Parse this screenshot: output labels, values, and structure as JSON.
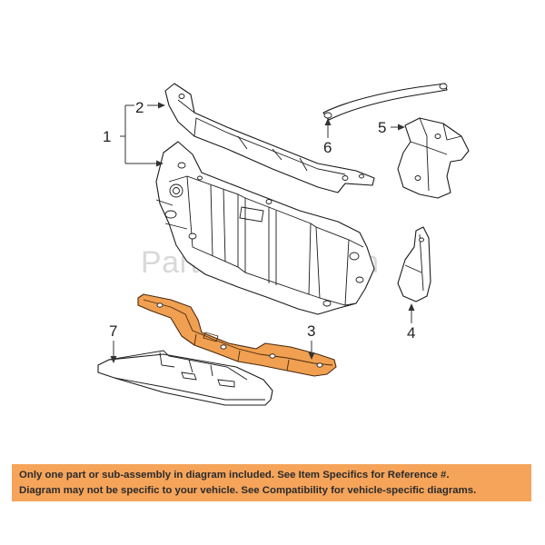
{
  "diagram": {
    "callouts": [
      "1",
      "2",
      "3",
      "4",
      "5",
      "6",
      "7"
    ],
    "watermark": "Partomotive.com",
    "highlight_color": "#f0a050"
  },
  "notice": {
    "line1": "Only one part or sub-assembly in diagram included. See Item Specifics for Reference #.",
    "line2": "Diagram may not be specific to your vehicle. See Compatibility for vehicle-specific diagrams.",
    "background": "#f5a45a"
  }
}
